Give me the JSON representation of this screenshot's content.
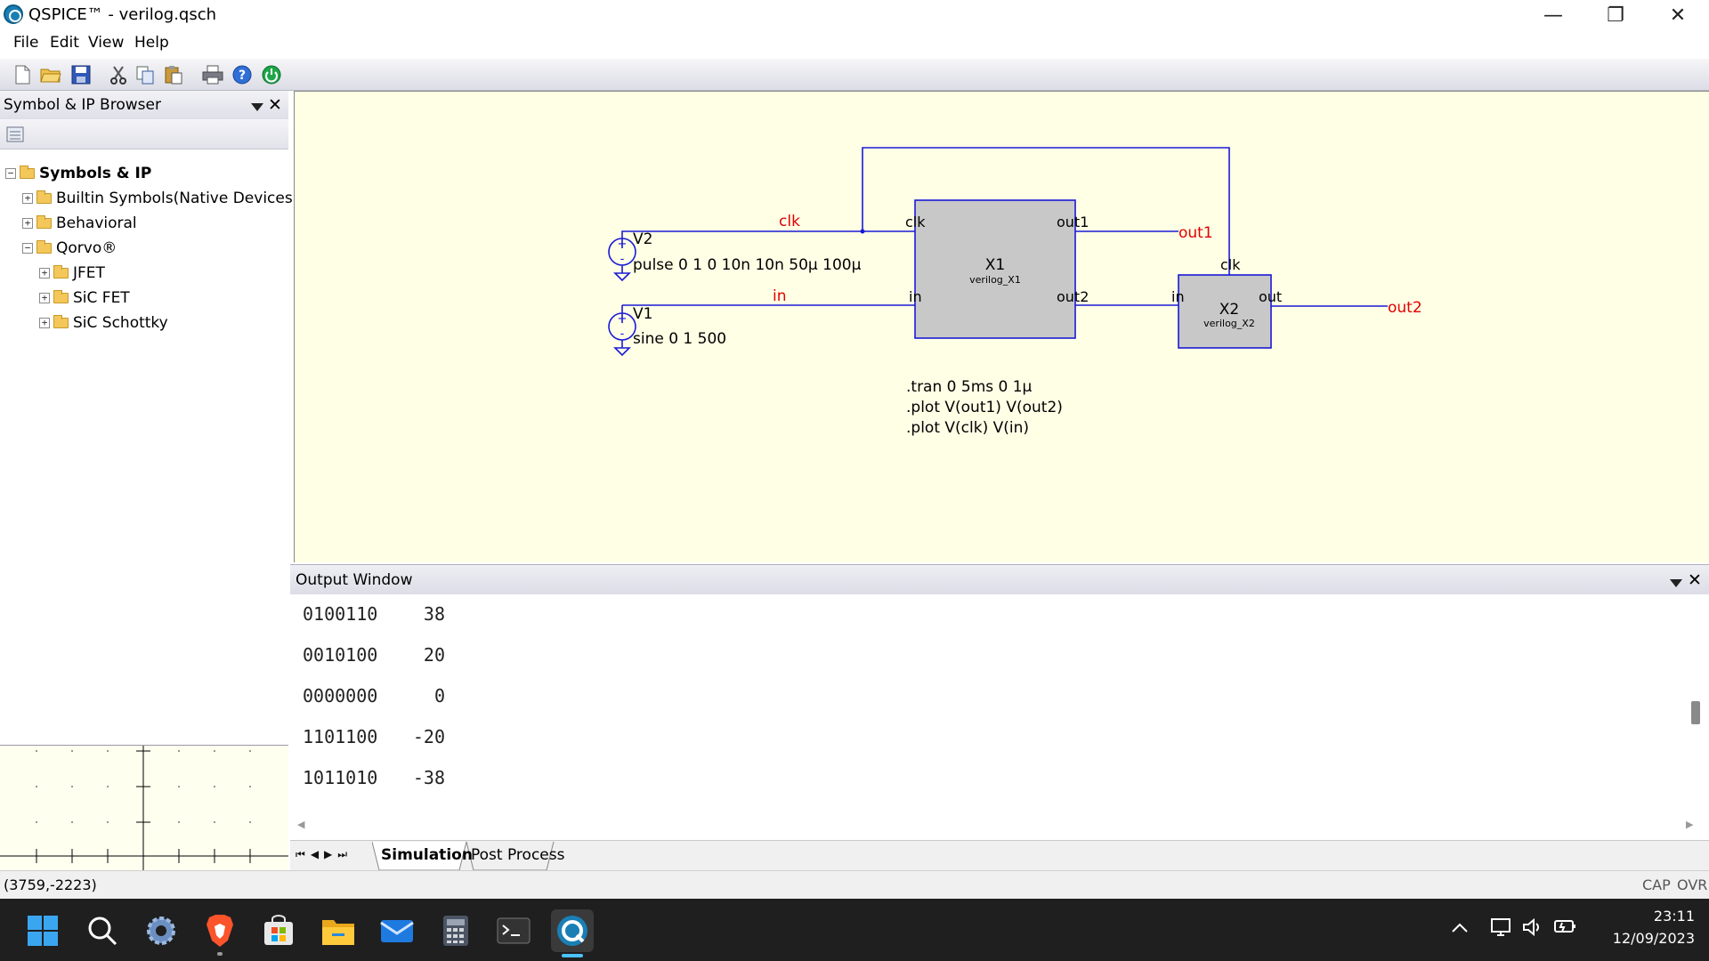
{
  "window": {
    "title": "QSPICE™ - verilog.qsch",
    "minimize": "—",
    "restore": "❐",
    "close": "✕"
  },
  "menu": {
    "items": [
      "File",
      "Edit",
      "View",
      "Help"
    ]
  },
  "toolbar": {
    "icons": [
      "new-file-icon",
      "open-folder-icon",
      "save-icon",
      "cut-icon",
      "copy-icon",
      "paste-icon",
      "print-icon",
      "help-icon",
      "run-icon"
    ]
  },
  "symbol_browser": {
    "title": "Symbol & IP Browser",
    "tree": [
      {
        "label": "Symbols & IP",
        "expander": "−",
        "level": 0,
        "bold": true
      },
      {
        "label": "Builtin Symbols(Native Devices)",
        "expander": "+",
        "level": 1
      },
      {
        "label": "Behavioral",
        "expander": "+",
        "level": 1
      },
      {
        "label": "Qorvo®",
        "expander": "−",
        "level": 1
      },
      {
        "label": "JFET",
        "expander": "+",
        "level": 2
      },
      {
        "label": "SiC FET",
        "expander": "+",
        "level": 2
      },
      {
        "label": "SiC Schottky",
        "expander": "+",
        "level": 2
      }
    ]
  },
  "schematic": {
    "v2": {
      "name": "V2",
      "value": "pulse 0 1 0 10n 10n 50µ 100µ"
    },
    "v1": {
      "name": "V1",
      "value": "sine 0 1 500"
    },
    "nets": {
      "clk": "clk",
      "in": "in",
      "out1": "out1",
      "out2": "out2"
    },
    "x1": {
      "name": "X1",
      "model": "verilog_X1",
      "pin_clk": "clk",
      "pin_in": "in",
      "pin_out1": "out1",
      "pin_out2": "out2"
    },
    "x2": {
      "name": "X2",
      "model": "verilog_X2",
      "pin_clk": "clk",
      "pin_in": "in",
      "pin_out": "out"
    },
    "directives": [
      ".tran 0 5ms 0 1µ",
      ".plot V(out1) V(out2)",
      ".plot V(clk) V(in)"
    ],
    "colors": {
      "wire": "#1a1ad6",
      "net_label": "#e00000",
      "block_fill": "#c8c8c8",
      "background": "#ffffe6"
    }
  },
  "output_window": {
    "title": "Output Window",
    "lines": [
      {
        "bits": "0100110",
        "value": "38"
      },
      {
        "bits": "0010100",
        "value": "20"
      },
      {
        "bits": "0000000",
        "value": "0"
      },
      {
        "bits": "1101100",
        "value": "-20"
      },
      {
        "bits": "1011010",
        "value": "-38"
      }
    ],
    "tabs": {
      "simulation": "Simulation",
      "post_process": "Post Process",
      "nav": [
        "⏮",
        "◀",
        "▶",
        "⏭"
      ]
    }
  },
  "status": {
    "coords": "(3759,-2223)",
    "cap": "CAP",
    "ovr": "OVR"
  },
  "taskbar": {
    "apps": [
      "windows-start-icon",
      "search-icon",
      "settings-icon",
      "brave-browser-icon",
      "microsoft-store-icon",
      "file-explorer-icon",
      "mail-icon",
      "calculator-icon",
      "terminal-icon",
      "qspice-icon"
    ],
    "time": "23:11",
    "date": "12/09/2023"
  }
}
